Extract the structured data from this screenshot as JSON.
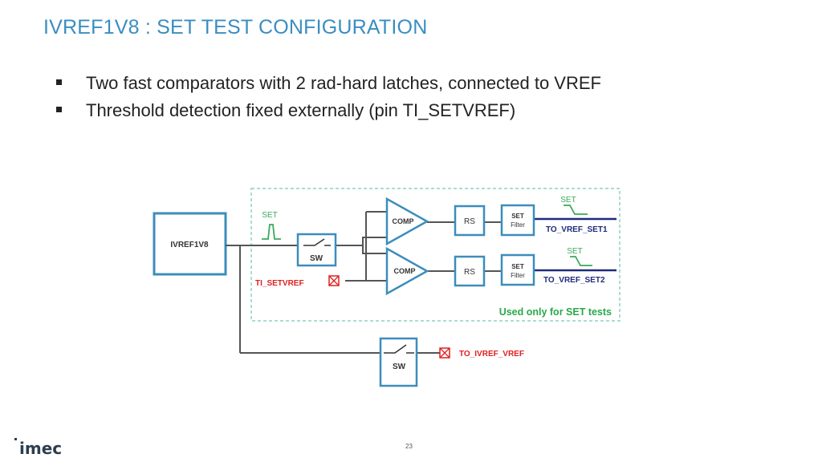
{
  "slide": {
    "title": "IVREF1V8 : SET TEST CONFIGURATION",
    "bullets": [
      "Two fast comparators with 2 rad-hard latches, connected to VREF",
      "Threshold detection fixed externally (pin TI_SETVREF)"
    ],
    "page_number": "23",
    "logo_text": "imec"
  },
  "diagram": {
    "source_block": "IVREF1V8",
    "set_pulse_label": "SET",
    "switch_label": "SW",
    "comparator_label": "COMP",
    "latch_label": "RS",
    "filter_label_line1": "SET",
    "filter_label_line2": "Filter",
    "ti_setvref_pin": "TI_SETVREF",
    "output_set1": "TO_VREF_SET1",
    "output_set2": "TO_VREF_SET2",
    "output_set1_pulse_label": "SET",
    "output_set2_pulse_label": "SET",
    "output_ivref": "TO_IVREF_VREF",
    "note": "Used only for SET tests",
    "colors": {
      "block_border": "#3c8dbc",
      "wire": "#555555",
      "output_wire": "#1f2a7a",
      "pin_red": "#e02020",
      "note_green": "#2aa84a",
      "pulse_green": "#3aaa5a",
      "dashed_border": "#8fd0c8",
      "title_blue": "#3a8ec0"
    }
  }
}
